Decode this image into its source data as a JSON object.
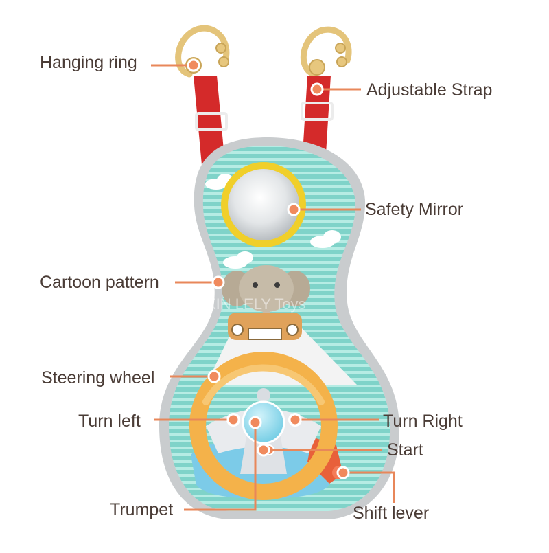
{
  "labels": {
    "hanging_ring": "Hanging ring",
    "adjustable_strap": "Adjustable Strap",
    "safety_mirror": "Safety Mirror",
    "cartoon_pattern": "Cartoon pattern",
    "steering_wheel": "Steering wheel",
    "turn_left": "Turn left",
    "turn_right": "Turn Right",
    "start": "Start",
    "trumpet": "Trumpet",
    "shift_lever": "Shift lever"
  },
  "watermark": "XIN LELY Toys",
  "colors": {
    "leader_line": "#e8875a",
    "marker_fill": "#f08a5d",
    "label_text": "#4a3c36",
    "strap_red": "#d42a2a",
    "ring_gold": "#e4c47a",
    "board_teal": "#7fd3c9",
    "stripe_light": "#b6ece4",
    "mirror_rim": "#f0cf2a",
    "wheel_orange": "#f4b24a",
    "wheel_base_blue": "#7ccbe8",
    "lever_red": "#e8603a"
  }
}
